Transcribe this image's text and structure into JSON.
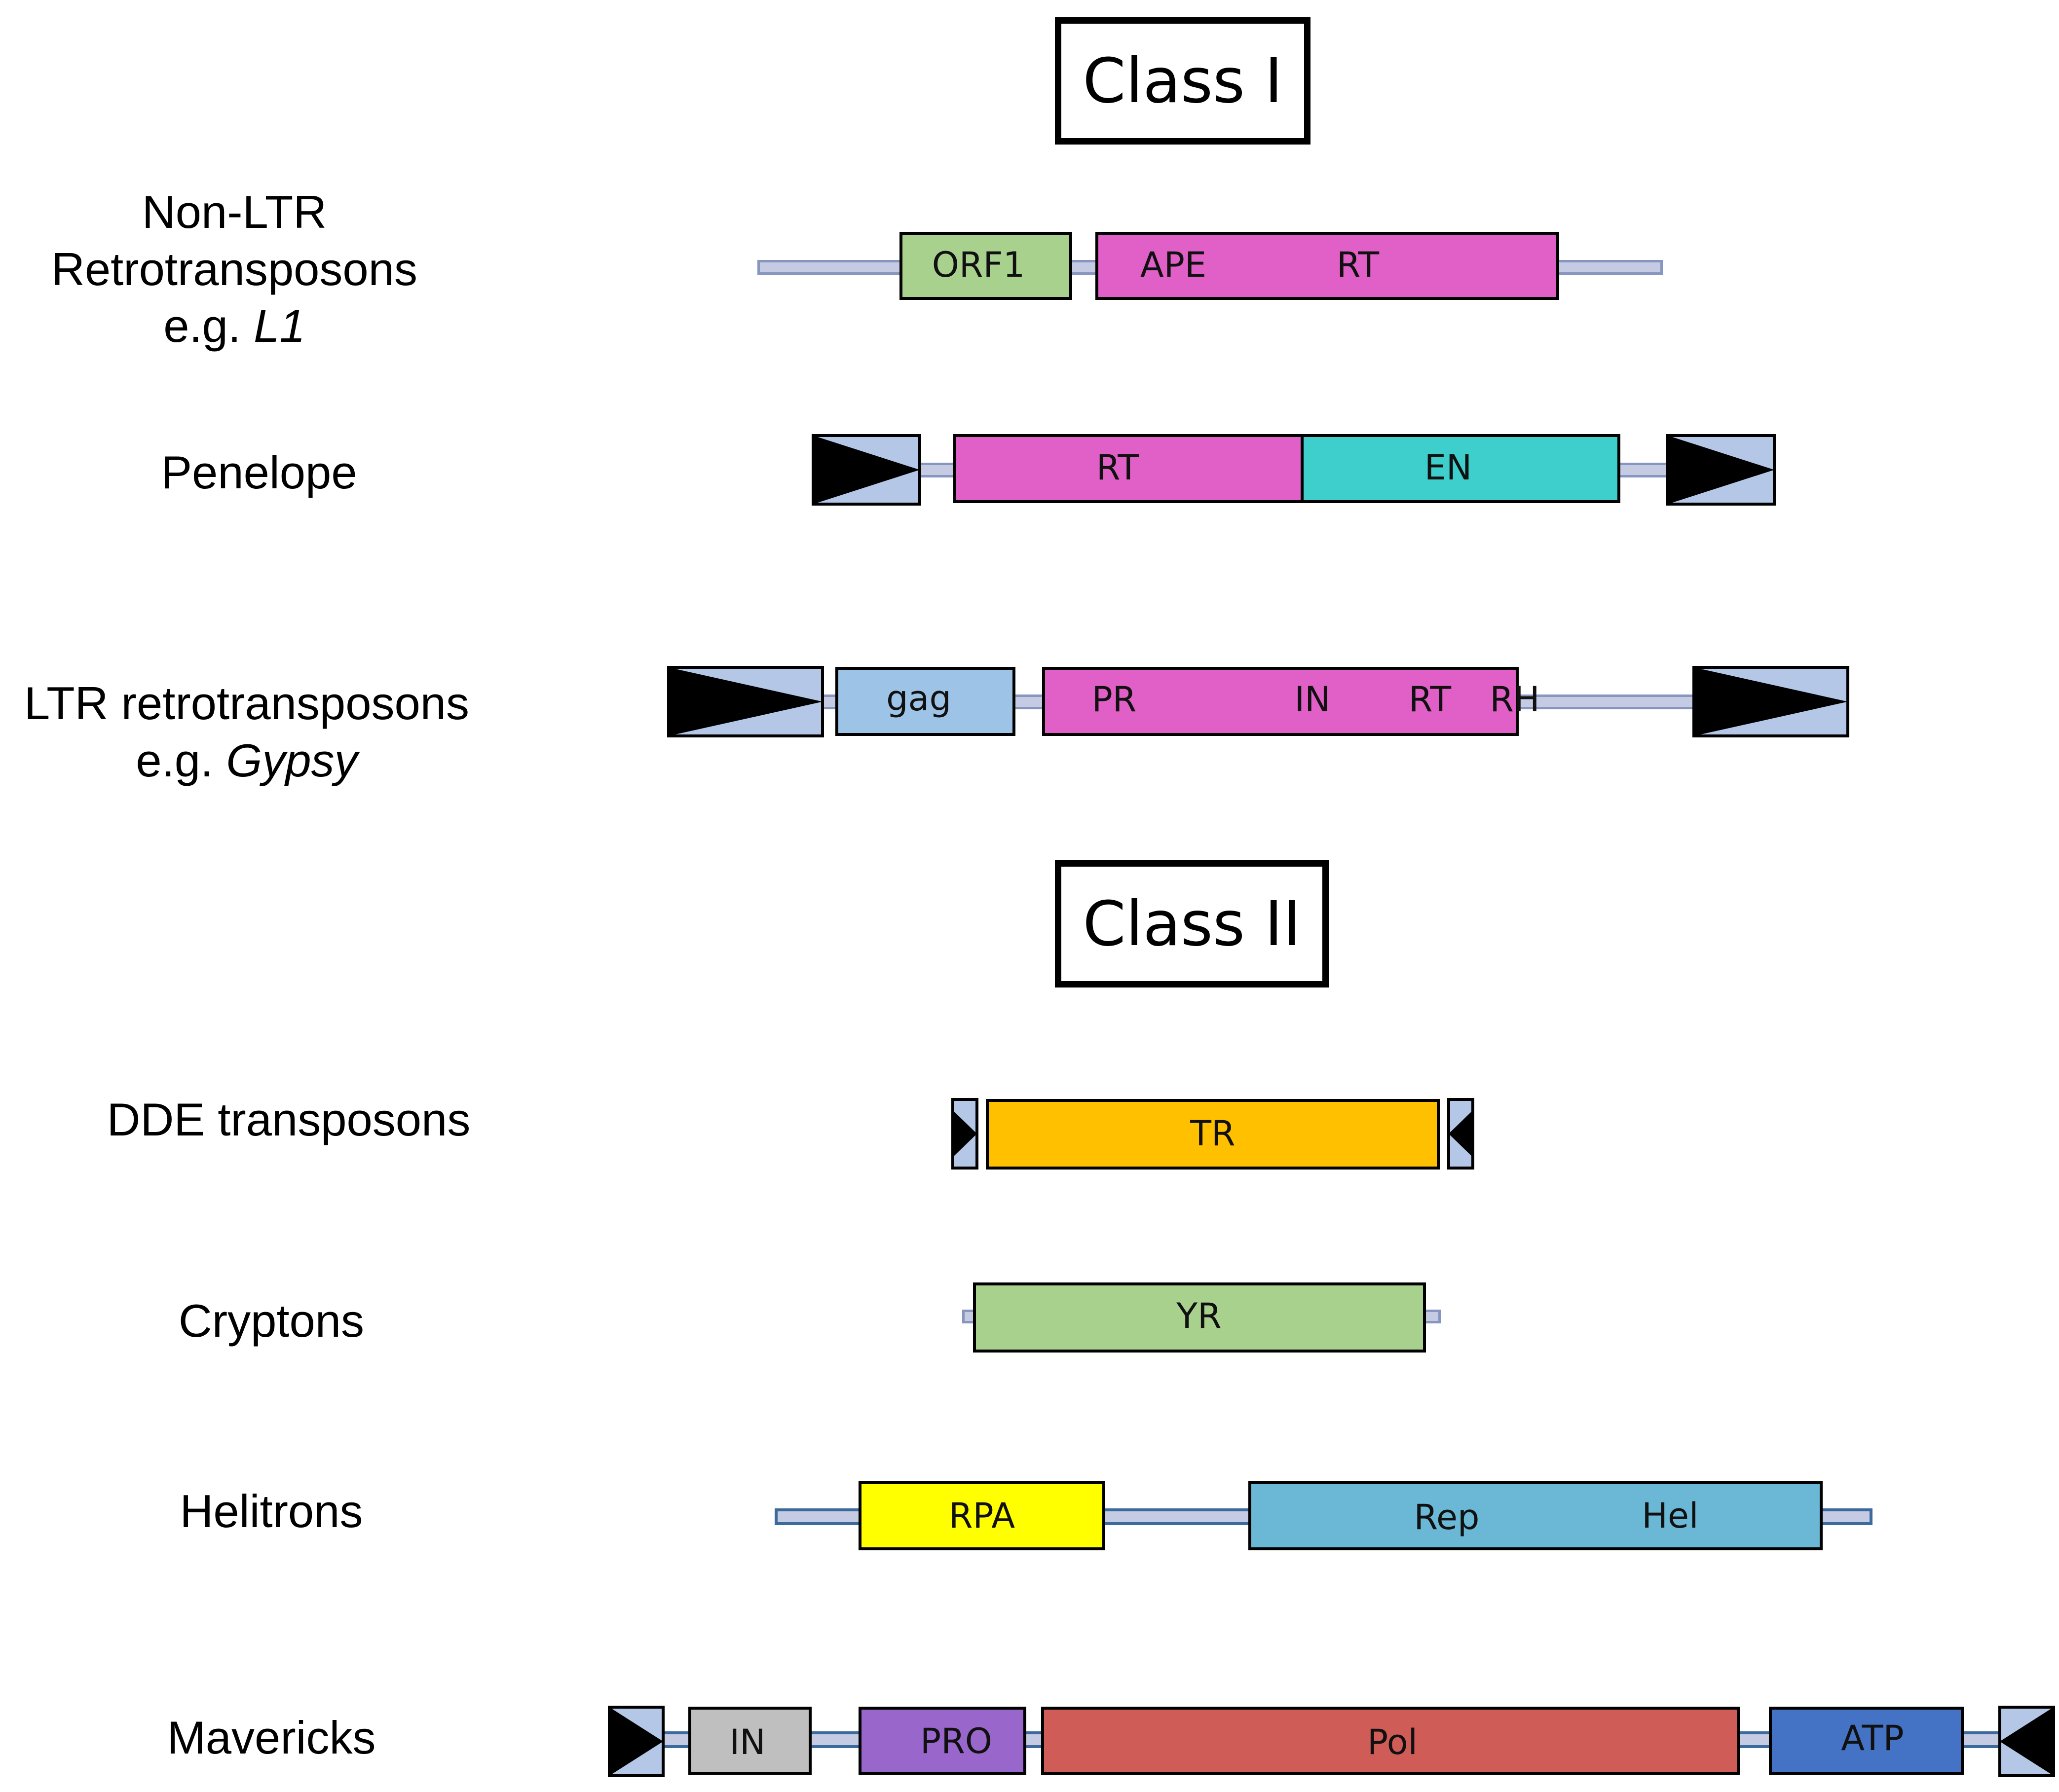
{
  "class_i": {
    "title": "Class I"
  },
  "class_ii": {
    "title": "Class II"
  },
  "elements": {
    "non_ltr": {
      "name_l1": "Non-LTR",
      "name_l2": "Retrotransposons",
      "example_prefix": "e.g. ",
      "example": "L1",
      "domains": [
        "ORF1",
        "APE",
        "RT"
      ]
    },
    "penelope": {
      "name": "Penelope",
      "domains": [
        "RT",
        "EN"
      ]
    },
    "ltr": {
      "name": "LTR retrotransposons",
      "example_prefix": "e.g. ",
      "example": "Gypsy",
      "domains": [
        "gag",
        "PR",
        "IN",
        "RT",
        "RH"
      ]
    },
    "dde": {
      "name": "DDE transposons",
      "domains": [
        "TR"
      ]
    },
    "cryptons": {
      "name": "Cryptons",
      "domains": [
        "YR"
      ]
    },
    "helitrons": {
      "name": "Helitrons",
      "domains": [
        "RPA",
        "Rep",
        "Hel"
      ]
    },
    "mavericks": {
      "name": "Mavericks",
      "domains": [
        "IN",
        "PRO",
        "Pol",
        "ATP"
      ]
    }
  },
  "colors": {
    "orf1": "#a9d18e",
    "rt_pink": "#e060c8",
    "en_teal": "#3ecfcc",
    "gag_blue": "#9dc3e6",
    "tr_orange": "#ffc000",
    "yr_green": "#a9d18e",
    "rpa_yellow": "#ffff00",
    "rep_blue": "#6ab8d6",
    "in_gray": "#bfbfbf",
    "pro_purple": "#9966cc",
    "pol_red": "#d05c58",
    "atp_blue": "#4472c4",
    "ltr_fill": "#b4c7e7",
    "track_light": "#c5cbe3",
    "track_dark": "#3c6a9c"
  }
}
